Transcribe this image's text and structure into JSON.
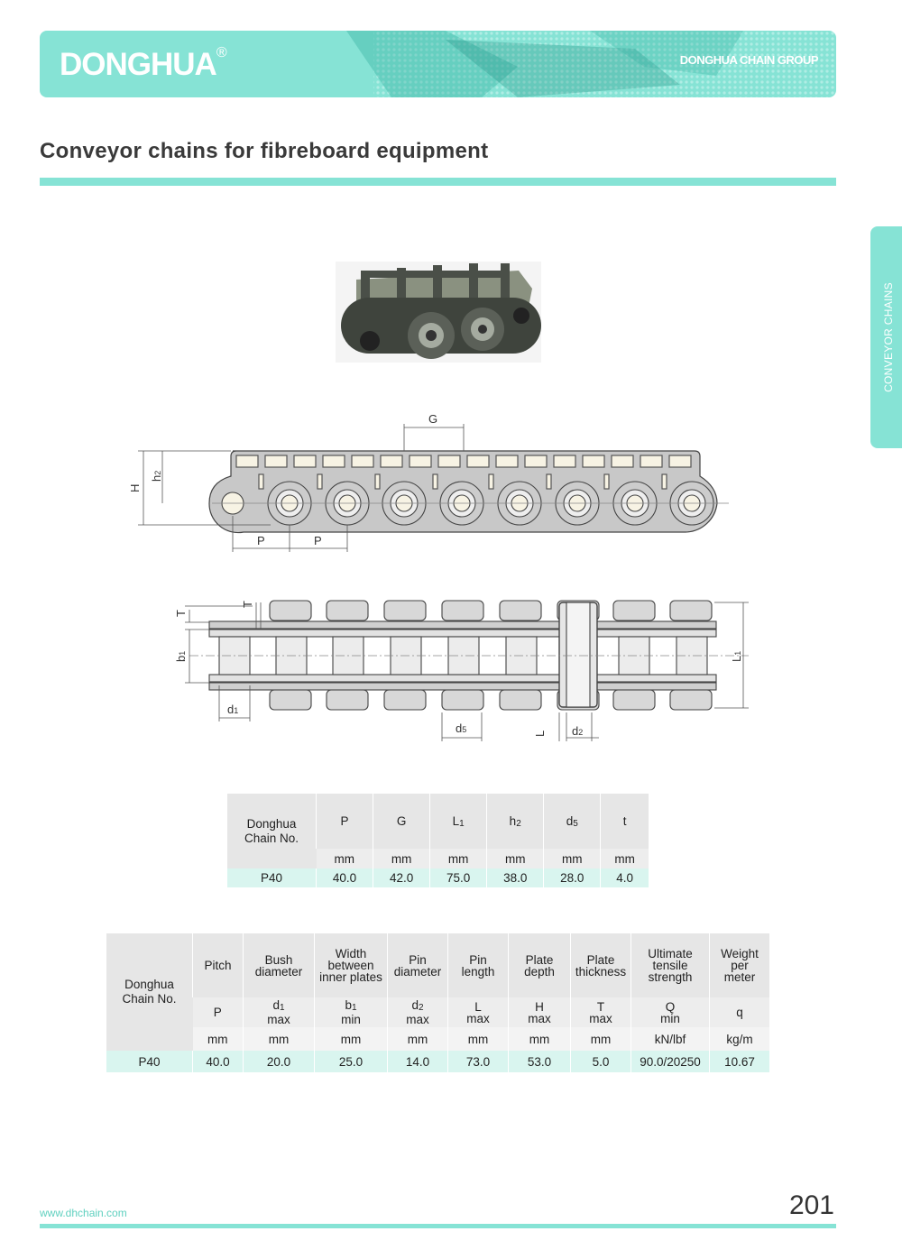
{
  "header": {
    "brand": "DONGHUA",
    "reg_mark": "®",
    "group": "DONGHUA CHAIN GROUP"
  },
  "page_title": "Conveyor chains for fibreboard equipment",
  "side_tab": "CONVEYOR CHAINS",
  "drawing_labels": {
    "G": "G",
    "H": "H",
    "h": "h",
    "h_sub": "2",
    "P": "P",
    "T": "T",
    "b": "b",
    "b_sub": "1",
    "d": "d",
    "d1_sub": "1",
    "d5_sub": "5",
    "L": "L",
    "L1": "L",
    "L1_sub": "1",
    "d2_sub": "2"
  },
  "table1": {
    "chain_no_header": [
      "Donghua",
      "Chain No."
    ],
    "columns": [
      {
        "sym": "P",
        "sub": ""
      },
      {
        "sym": "G",
        "sub": ""
      },
      {
        "sym": "L",
        "sub": "1"
      },
      {
        "sym": "h",
        "sub": "2"
      },
      {
        "sym": "d",
        "sub": "5"
      },
      {
        "sym": "t",
        "sub": ""
      }
    ],
    "units": [
      "mm",
      "mm",
      "mm",
      "mm",
      "mm",
      "mm"
    ],
    "rows": [
      {
        "chain": "P40",
        "values": [
          "40.0",
          "42.0",
          "75.0",
          "38.0",
          "28.0",
          "4.0"
        ]
      }
    ]
  },
  "table2": {
    "chain_no_header": [
      "Donghua",
      "Chain No."
    ],
    "columns": [
      {
        "name": [
          "Pitch"
        ],
        "sym": "P",
        "sub": "",
        "qual": ""
      },
      {
        "name": [
          "Bush",
          "diameter"
        ],
        "sym": "d",
        "sub": "1",
        "qual": "max"
      },
      {
        "name": [
          "Width",
          "between",
          "inner plates"
        ],
        "sym": "b",
        "sub": "1",
        "qual": "min"
      },
      {
        "name": [
          "Pin",
          "diameter"
        ],
        "sym": "d",
        "sub": "2",
        "qual": "max"
      },
      {
        "name": [
          "Pin",
          "length"
        ],
        "sym": "L",
        "sub": "",
        "qual": "max"
      },
      {
        "name": [
          "Plate",
          "depth"
        ],
        "sym": "H",
        "sub": "",
        "qual": "max"
      },
      {
        "name": [
          "Plate",
          "thickness"
        ],
        "sym": "T",
        "sub": "",
        "qual": "max"
      },
      {
        "name": [
          "Ultimate",
          "tensile",
          "strength"
        ],
        "sym": "Q",
        "sub": "",
        "qual": "min"
      },
      {
        "name": [
          "Weight",
          "per",
          "meter"
        ],
        "sym": "q",
        "sub": "",
        "qual": ""
      }
    ],
    "units": [
      "mm",
      "mm",
      "mm",
      "mm",
      "mm",
      "mm",
      "mm",
      "kN/lbf",
      "kg/m"
    ],
    "rows": [
      {
        "chain": "P40",
        "values": [
          "40.0",
          "20.0",
          "25.0",
          "14.0",
          "73.0",
          "53.0",
          "5.0",
          "90.0/20250",
          "10.67"
        ]
      }
    ]
  },
  "footer": {
    "url": "www.dhchain.com",
    "page": "201"
  }
}
